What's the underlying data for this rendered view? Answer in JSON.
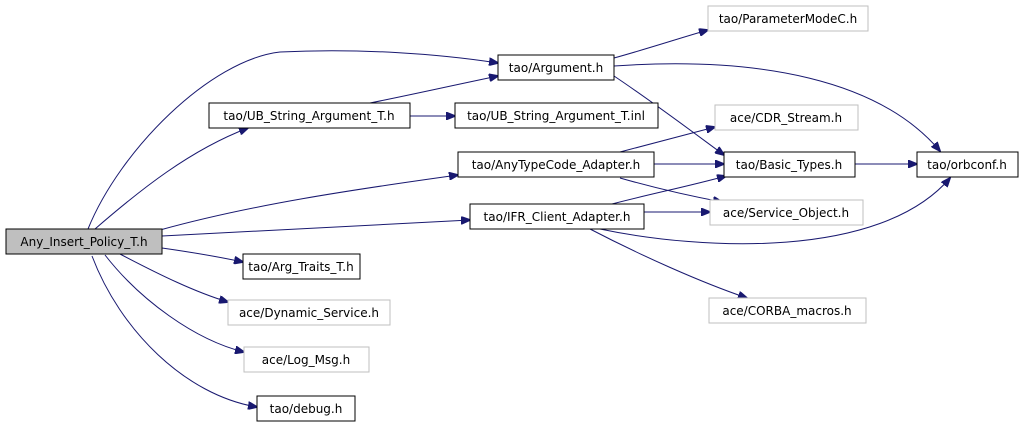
{
  "diagram": {
    "colors": {
      "edge": "#191970",
      "box_border": "#000000",
      "missing_border": "#bfbfbf",
      "root_fill": "#bfbfbf"
    },
    "nodes": {
      "any_insert_policy": "Any_Insert_Policy_T.h",
      "argument": "tao/Argument.h",
      "parameter_mode": "tao/ParameterModeC.h",
      "ub_string_argument": "tao/UB_String_Argument_T.h",
      "ub_string_argument_inl": "tao/UB_String_Argument_T.inl",
      "cdr_stream": "ace/CDR_Stream.h",
      "anytypecode_adapter": "tao/AnyTypeCode_Adapter.h",
      "basic_types": "tao/Basic_Types.h",
      "orbconf": "tao/orbconf.h",
      "ifr_client_adapter": "tao/IFR_Client_Adapter.h",
      "service_object": "ace/Service_Object.h",
      "arg_traits": "tao/Arg_Traits_T.h",
      "dynamic_service": "ace/Dynamic_Service.h",
      "corba_macros": "ace/CORBA_macros.h",
      "log_msg": "ace/Log_Msg.h",
      "debug": "tao/debug.h"
    }
  }
}
